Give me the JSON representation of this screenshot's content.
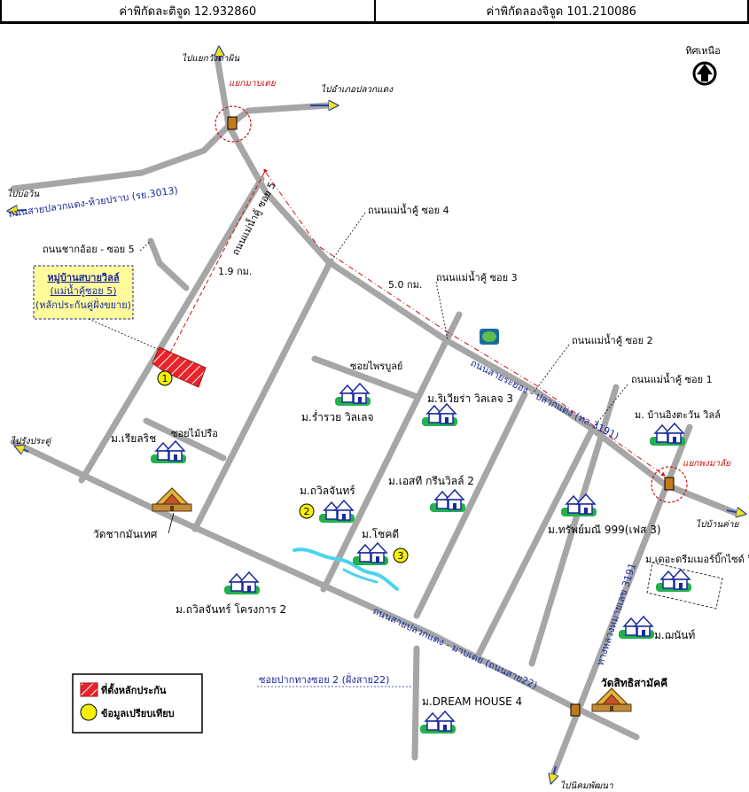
{
  "header": {
    "latitude": "ค่าพิกัดละติจูด 12.932860",
    "longitude": "ค่าพิกัดลองจิจูด 101.210086"
  },
  "compass": {
    "label": "ทิศเหนือ",
    "icon": "north-arrow-icon"
  },
  "junctions": {
    "top": "แยกมาบเตย",
    "right": "แยกพงมาลัย"
  },
  "directions": {
    "kaewdasin": "ไปแยกวังตาผิน",
    "amphoe": "ไปอำเภอปลวกแดง",
    "bowin": "ไปบ่อวิน",
    "wangprachu": "ไปรังประดู่",
    "bankhai": "ไปบ้านค่าย",
    "nikhom": "ไปนิคมพัฒนา"
  },
  "roads": {
    "pluakdaeng_huaipran": "ถนนสายปลวกแดง-ห้วยปราบ (รย.3013)",
    "soi4": "ถนนแม่น้ำคู้ ซอย 4",
    "soi3": "ถนนแม่น้ำคู้ ซอย 3",
    "soi2": "ถนนแม่น้ำคู้ ซอย 2",
    "soi1": "ถนนแม่น้ำคู้ ซอย 1",
    "soi5_vertical": "ถนนแม่น้ำคู้ ซอย 5",
    "chakkoi": "ถนนชากอ้อย - ซอย 5",
    "rayong_pluakdaeng": "ถนนสายระยอง - ปลวกแดง (ทล.3191)",
    "pluakdaeng_maptaphut": "ถนนสายปลวกแดง - มาบเตย (ถนนสาย22)",
    "highway3191": "ทางหลวงหมายเลข 3191",
    "soi_pakthang": "ซอยปากทางซอย 2 (ฝั่งสาย22)",
    "soi_phaiboon": "ซอยไพรบูลย์",
    "soi_maiprue": "ซอยไม้ปรือ"
  },
  "distances": {
    "d1": "1.9 กม.",
    "d2": "5.0 กม."
  },
  "subject": {
    "title": "หมู่บ้านสบายวิลล์",
    "line2": "(แม่น้ำคู้ซอย 5)",
    "line3": "(หลักประกันคู่ฝั่งขยาย)"
  },
  "villages": {
    "rianchit": "ม.เรียลริช",
    "ruamruay": "ม.ร่ำรวย วิลเลจ",
    "riviera": "ม.ริเวียร่า วิลเลจ 3",
    "banlingtawan": "ม. บ้านอิงตะวัน วิลล์",
    "thawilchan": "ม.ถวิลจันทร์",
    "sk_green": "ม.เอสที กรีนวิลล์ 2",
    "chokdee": "ม.โชคดี",
    "sapmanee": "ม.ทรัพย์มณี 999(เฟส 3)",
    "dreamer": "ม.เดอะดรีมเมอร์บิ๊กไซด์ วิลล์",
    "thawilchan2": "ม.ถวิลจันทร์ โครงการ 2",
    "chanan": "ม.ฌนันท์",
    "dreamhouse": "ม.DREAM HOUSE 4"
  },
  "temples": {
    "chakmanthet": "วัดชากมันเทศ",
    "sitthisamakkhi": "วัดสิทธิสามัคคี"
  },
  "comparables": [
    "1",
    "2",
    "3"
  ],
  "legend": {
    "collateral": "ที่ตั้งหลักประกัน",
    "comparison": "ข้อมูลเปรียบเทียบ"
  },
  "colors": {
    "road": "#a6a6a6",
    "collateral": "#e8242a",
    "comparable": "#f7f200",
    "village_roof": "#1a2a9a",
    "village_lawn": "#22b14c",
    "water": "#49d3f0",
    "route_line": "#d01010"
  }
}
